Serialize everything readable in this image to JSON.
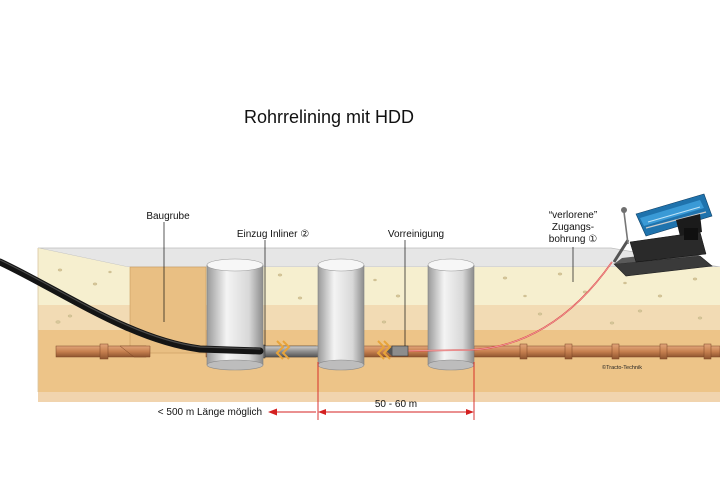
{
  "title": "Rohrrelining mit HDD",
  "labels": {
    "baugrube": "Baugrube",
    "einzug": "Einzug Inliner ②",
    "vorreinigung": "Vorreinigung",
    "verlorene_line1": "“verlorene”",
    "verlorene_line2": "Zugangs-",
    "verlorene_line3": "bohrung ①"
  },
  "dimensions": {
    "span": "50 - 60 m",
    "length_note": "< 500 m Länge möglich"
  },
  "copyright": "©Tracto-Technik",
  "colors": {
    "surface_top": "#e6e6e6",
    "soil_light": "#f6efcf",
    "soil_mid": "#f2dbb4",
    "soil_pipe": "#edc488",
    "pit": "#e9bf83",
    "pipe": "#c6804f",
    "dimension_red": "#d42020",
    "drill_line": "#e05050",
    "hdd_blue": "#1f73ad",
    "inliner_black": "#141414"
  }
}
